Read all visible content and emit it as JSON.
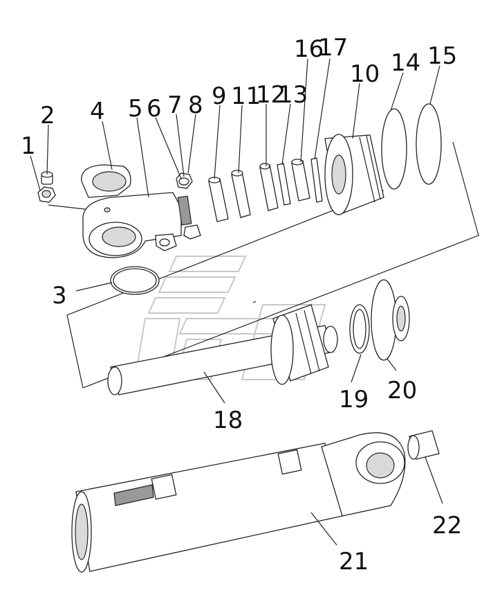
{
  "diagram": {
    "labels": [
      "1",
      "2",
      "3",
      "4",
      "5",
      "6",
      "7",
      "8",
      "9",
      "11",
      "12",
      "13",
      "16",
      "17",
      "10",
      "14",
      "15",
      "18",
      "19",
      "20",
      "21",
      "22"
    ]
  }
}
